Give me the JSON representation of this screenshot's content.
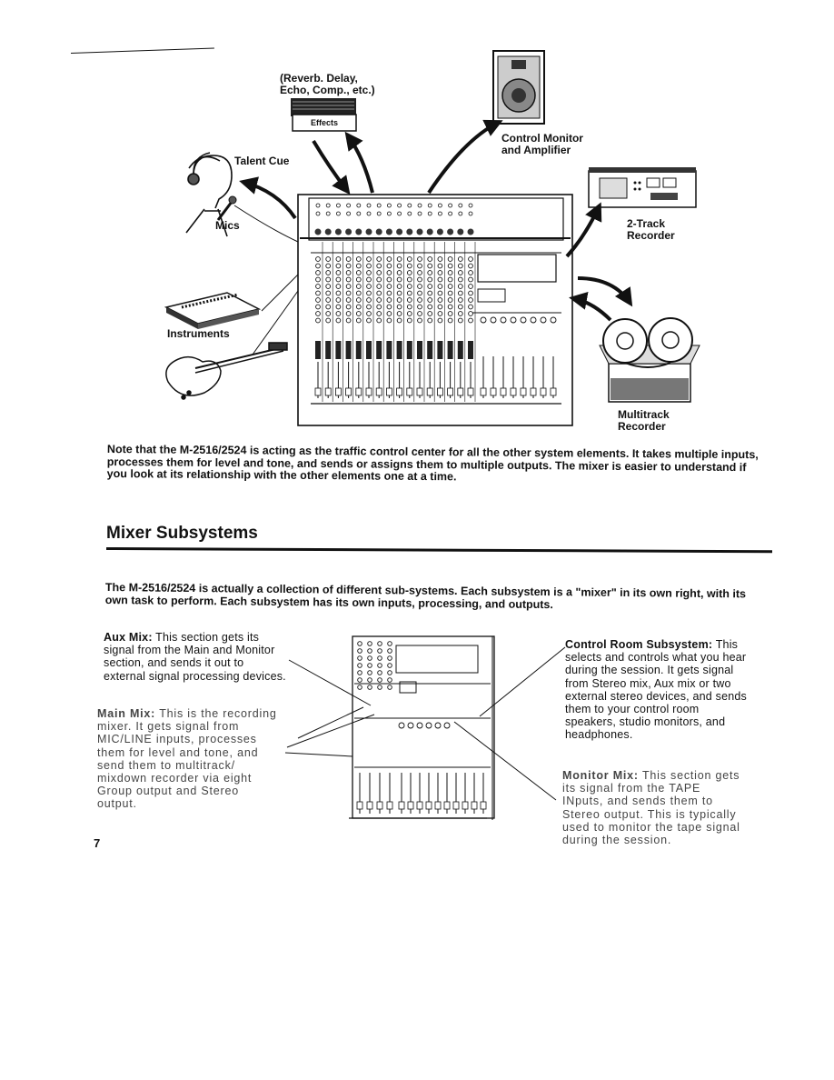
{
  "diagram": {
    "effects_caption": "(Reverb. Delay,\nEcho, Comp., etc.)",
    "effects_box_label": "Effects",
    "control_monitor_label": "Control Monitor\nand Amplifier",
    "talent_cue_label": "Talent Cue",
    "mics_label": "Mics",
    "two_track_label": "2-Track\nRecorder",
    "instruments_label": "Instruments",
    "multitrack_label": "Multitrack\nRecorder"
  },
  "intro_paragraph": "Note that the M-2516/2524 is acting as the traffic control center for all the other system elements. It takes multiple inputs, processes them for level and tone, and sends or assigns them to multiple outputs. The mixer is easier to understand if you look at its relationship with the other elements one at a time.",
  "section": {
    "title": "Mixer Subsystems",
    "paragraph": "The M-2516/2524 is actually a collection of different sub-systems. Each subsystem is a \"mixer\" in its own right, with its own task to perform. Each subsystem has its own inputs, processing, and outputs."
  },
  "subsystems": {
    "aux_mix": {
      "title": "Aux Mix:",
      "text": "This section gets its signal from the Main and Monitor section, and sends it out to external signal processing devices."
    },
    "main_mix": {
      "title": "Main Mix:",
      "text": "This is the recording mixer. It gets signal from MIC/LINE inputs, processes them for level and tone, and send them to multitrack/ mixdown recorder via eight Group output and Stereo output."
    },
    "control_room": {
      "title": "Control Room Subsystem:",
      "text": "This selects and controls what you hear during the session. It gets signal from Stereo mix, Aux mix or two external stereo devices, and sends them to your control room speakers, studio monitors, and headphones."
    },
    "monitor_mix": {
      "title": "Monitor Mix:",
      "text": "This section gets its signal from the TAPE INputs, and sends them to Stereo output. This is typically used to monitor the tape signal during the session."
    }
  },
  "page_number": "7"
}
